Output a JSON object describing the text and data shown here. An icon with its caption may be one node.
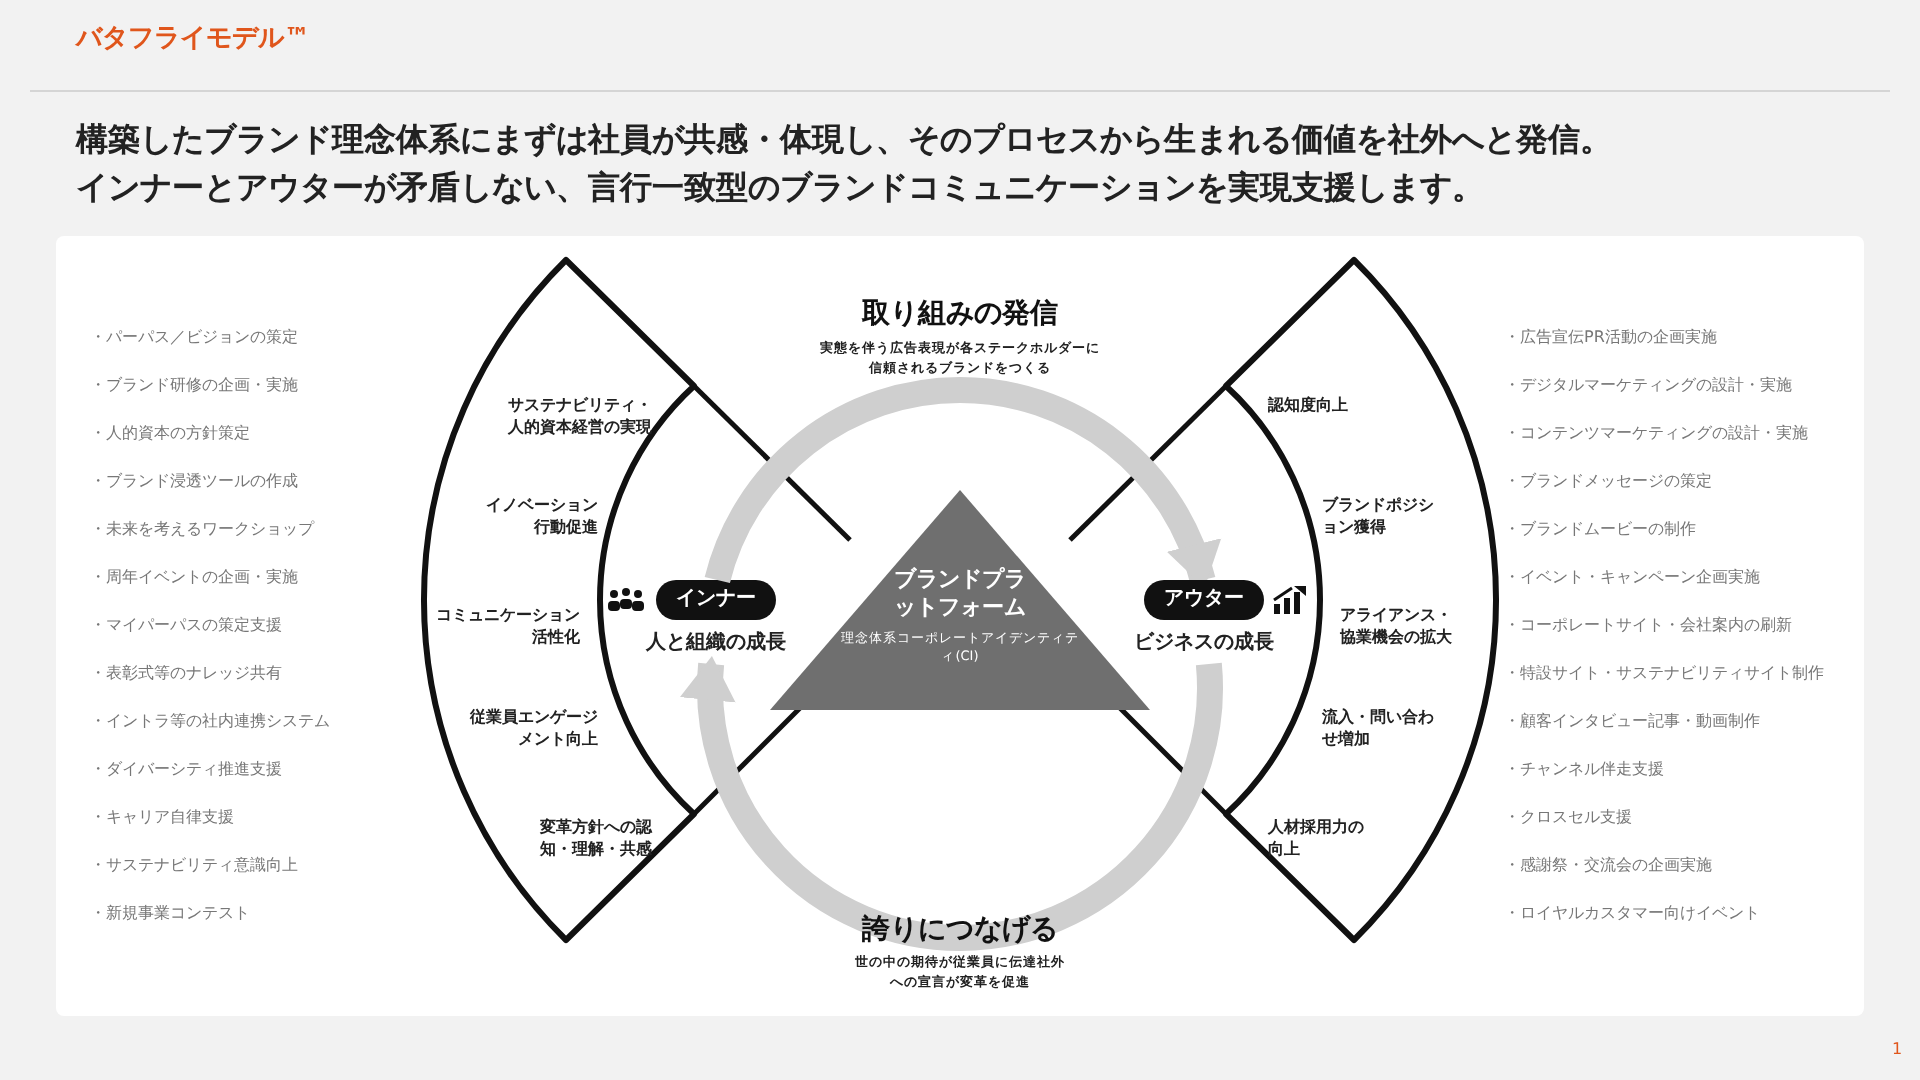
{
  "diagram": {
    "title": "バタフライモデル™",
    "nodes": [
      {
        "text": [
          "サステナビリティ・人的資本経営の実現",
          "イノベーション行動促進",
          "コミュニケーション活性化",
          "従業員エンゲージメント向上",
          "変革方針への認知・理解・共感"
        ]
      },
      {
        "text": [
          "インナー",
          "人と組織の成長"
        ]
      },
      {
        "text": [
          "ブランドプラットフォーム",
          "理念体系コーポレートアイデンティティ(CI)"
        ]
      },
      {
        "text": [
          "アウター",
          "ビジネスの成長"
        ]
      },
      {
        "text": [
          "認知度向上",
          "ブランドポジション獲得",
          "アライアンス・協業機会の拡大",
          "流入・問い合わせ増加",
          "人材採用力の向上"
        ]
      }
    ],
    "edges": [
      {
        "from": 1,
        "to": 3,
        "arrow": "to",
        "label": "取り組みの発信"
      },
      {
        "from": 3,
        "to": 1,
        "arrow": "to",
        "label": "誇りにつなげる"
      }
    ],
    "labels": [
      "構築したブランド理念体系にまずは社員が共感・体現し、そのプロセスから生まれる価値を社外へと発信。インナーとアウターが矛盾しない、言行一致型のブランドコミュニケーションを実現支援します。",
      "・パーパス／ビジョンの策定",
      "・ブランド研修の企画・実施",
      "・人的資本の方針策定",
      "・ブランド浸透ツールの作成",
      "・未来を考えるワークショップ",
      "・周年イベントの企画・実施",
      "・マイパーパスの策定支援",
      "・表彰式等のナレッジ共有",
      "・イントラ等の社内連携システム",
      "・ダイバーシティ推進支援",
      "・キャリア自律支援",
      "・サステナビリティ意識向上",
      "・新規事業コンテスト",
      "実態を伴う広告表現が各ステークホルダーに信頼されるブランドをつくる",
      "世の中の期待が従業員に伝達社外への宣言が変革を促進",
      "・広告宣伝PR活動の企画実施",
      "・デジタルマーケティングの設計・実施",
      "・コンテンツマーケティングの設計・実施",
      "・ブランドメッセージの策定",
      "・ブランドムービーの制作",
      "・イベント・キャンペーン企画実施",
      "・コーポレートサイト・会社案内の刷新",
      "・特設サイト・サステナビリティサイト制作",
      "・顧客インタビュー記事・動画制作",
      "・チャンネル伴走支援",
      "・クロスセル支援",
      "・感謝祭・交流会の企画実施",
      "・ロイヤルカスタマー向けイベント",
      "1"
    ]
  }
}
